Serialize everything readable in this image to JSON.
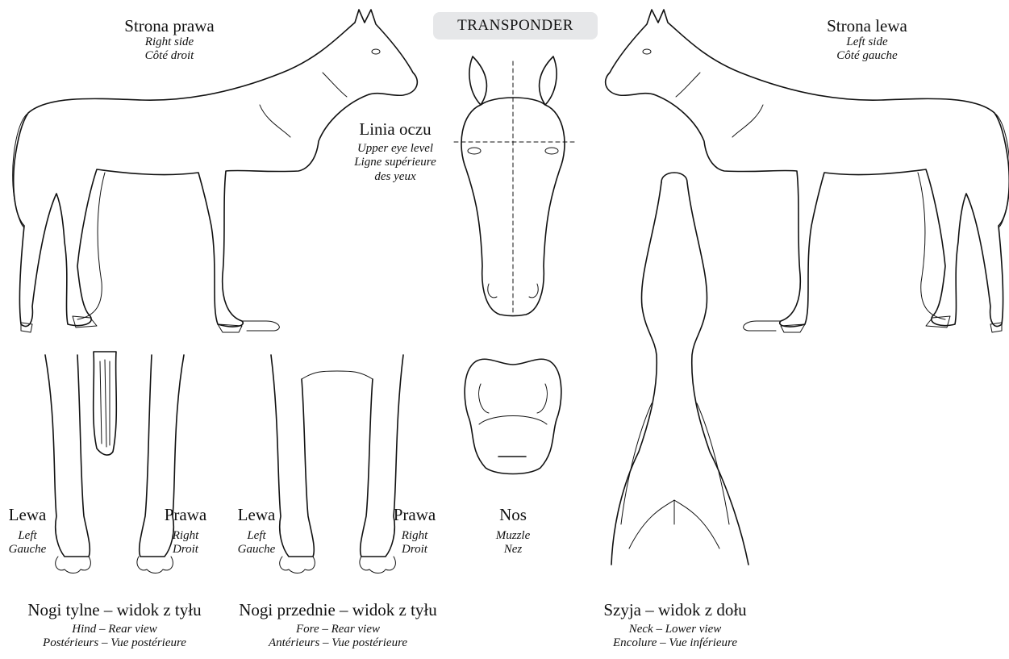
{
  "transponder": "TRANSPONDER",
  "right_side": {
    "title": "Strona prawa",
    "en": "Right side",
    "fr": "Côté droit"
  },
  "left_side": {
    "title": "Strona lewa",
    "en": "Left side",
    "fr": "Côté gauche"
  },
  "eye_line": {
    "title": "Linia oczu",
    "en": "Upper eye level",
    "fr1": "Ligne supérieure",
    "fr2": "des yeux"
  },
  "hind_legs": {
    "left": {
      "title": "Lewa",
      "en": "Left",
      "fr": "Gauche"
    },
    "right": {
      "title": "Prawa",
      "en": "Right",
      "fr": "Droit"
    },
    "caption": {
      "title": "Nogi tylne – widok z tyłu",
      "en": "Hind – Rear view",
      "fr": "Postérieurs – Vue postérieure"
    }
  },
  "fore_legs": {
    "left": {
      "title": "Lewa",
      "en": "Left",
      "fr": "Gauche"
    },
    "right": {
      "title": "Prawa",
      "en": "Right",
      "fr": "Droit"
    },
    "caption": {
      "title": "Nogi przednie – widok z tyłu",
      "en": "Fore – Rear view",
      "fr": "Antérieurs – Vue postérieure"
    }
  },
  "muzzle": {
    "title": "Nos",
    "en": "Muzzle",
    "fr": "Nez"
  },
  "neck": {
    "title": "Szyja – widok z dołu",
    "en": "Neck – Lower view",
    "fr": "Encolure – Vue inférieure"
  }
}
